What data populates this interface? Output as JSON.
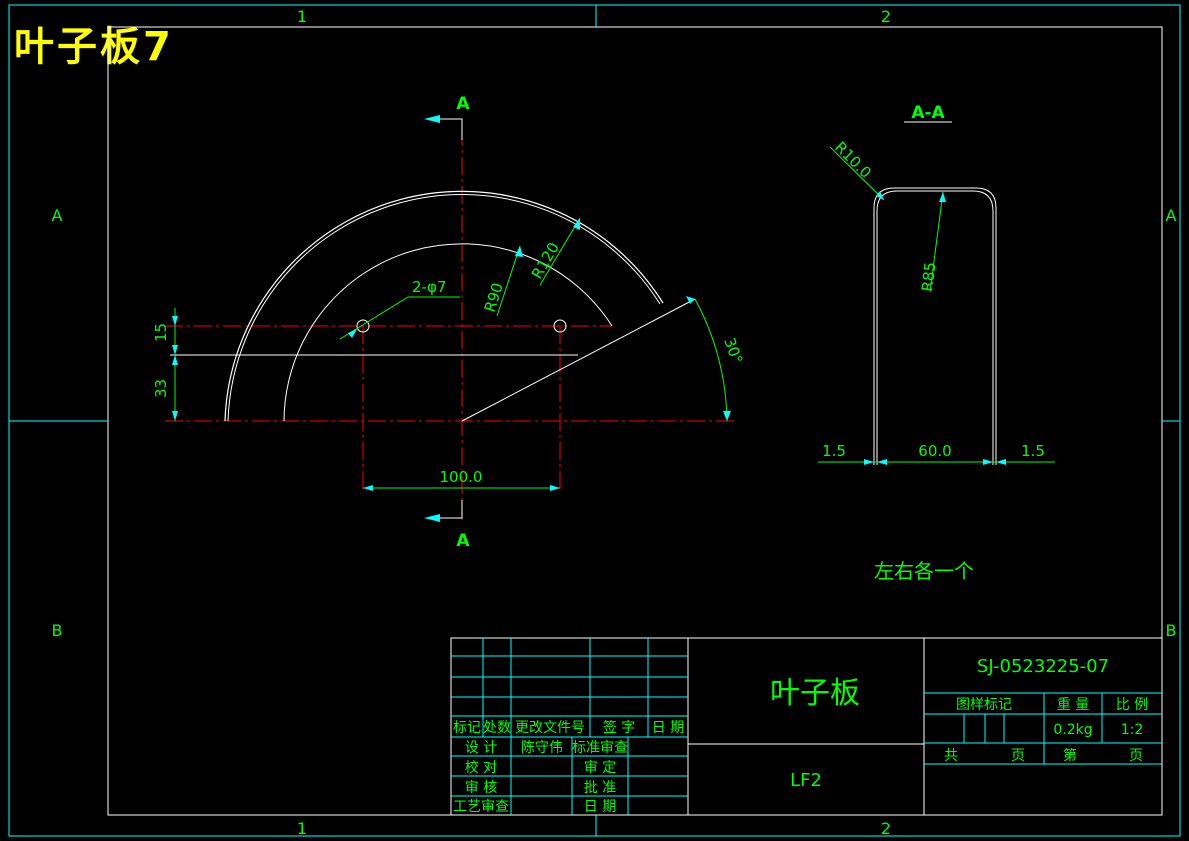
{
  "header": {
    "title": "叶子板7"
  },
  "frame": {
    "zone_cols": [
      "1",
      "2"
    ],
    "zone_rows": [
      "A",
      "B"
    ]
  },
  "main_view": {
    "section_marker": "A",
    "dims": {
      "hole_label": "2-φ7",
      "r_inner": "R90",
      "r_outer": "R120",
      "angle": "30°",
      "dim_15": "15",
      "dim_33": "33",
      "dim_100": "100.0"
    }
  },
  "section_view": {
    "title": "A-A",
    "dims": {
      "r10": "R10.0",
      "r85": "R85",
      "left_thk": "1.5",
      "width": "60.0",
      "right_thk": "1.5"
    }
  },
  "note": "左右各一个",
  "title_block": {
    "part_name": "叶子板",
    "drawing_no": "SJ-0523225-07",
    "material": "LF2",
    "weight": "0.2kg",
    "scale": "1:2",
    "headers": {
      "mark": "标记",
      "count": "处数",
      "doc_no": "更改文件号",
      "sign": "签 字",
      "date": "日 期",
      "design": "设 计",
      "designer": "陈守伟",
      "standardize": "标准审查",
      "check": "校 对",
      "review": "审 定",
      "audit": "审 核",
      "approve": "批 准",
      "process": "工艺审查",
      "date2": "日 期",
      "drawing_mark": "图样标记",
      "weight_label": "重 量",
      "scale_label": "比 例",
      "total": "共",
      "page": "页",
      "sheet": "第",
      "page2": "页"
    }
  },
  "colors": {
    "frame": "#ffffff",
    "zones": "#00ffff",
    "zone_text": "#00ff00",
    "center_line": "#ff0000",
    "dimension": "#00ff00",
    "arrow": "#00ffff",
    "title_text": "#ffff00"
  }
}
